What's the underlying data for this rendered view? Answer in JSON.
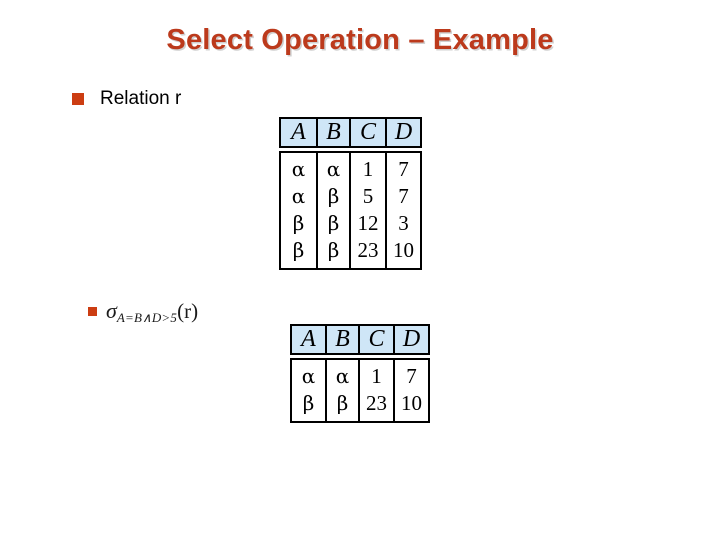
{
  "slide": {
    "title": "Select Operation – Example",
    "title_color": "#bc3a1c",
    "background_color": "#ffffff",
    "bullet_color": "#cc3d12",
    "table_header_fill": "#cfe6f7"
  },
  "bullets": [
    {
      "id": "relation-r",
      "bullet_glyph": "square-bullet",
      "text": "Relation r"
    },
    {
      "id": "sigma-expression",
      "bullet_glyph": "square-bullet",
      "formula": {
        "operator": "σ",
        "subscript": "A=B∧D>5",
        "argument": "(r)"
      }
    }
  ],
  "tables": [
    {
      "id": "relation-r-table",
      "name": "relation-r",
      "columns": [
        "A",
        "B",
        "C",
        "D"
      ],
      "rows": [
        [
          "α",
          "α",
          "1",
          "7"
        ],
        [
          "α",
          "β",
          "5",
          "7"
        ],
        [
          "β",
          "β",
          "12",
          "3"
        ],
        [
          "β",
          "β",
          "23",
          "10"
        ]
      ]
    },
    {
      "id": "relation-result-table",
      "name": "selection-result",
      "columns": [
        "A",
        "B",
        "C",
        "D"
      ],
      "rows": [
        [
          "α",
          "α",
          "1",
          "7"
        ],
        [
          "β",
          "β",
          "23",
          "10"
        ]
      ]
    }
  ]
}
